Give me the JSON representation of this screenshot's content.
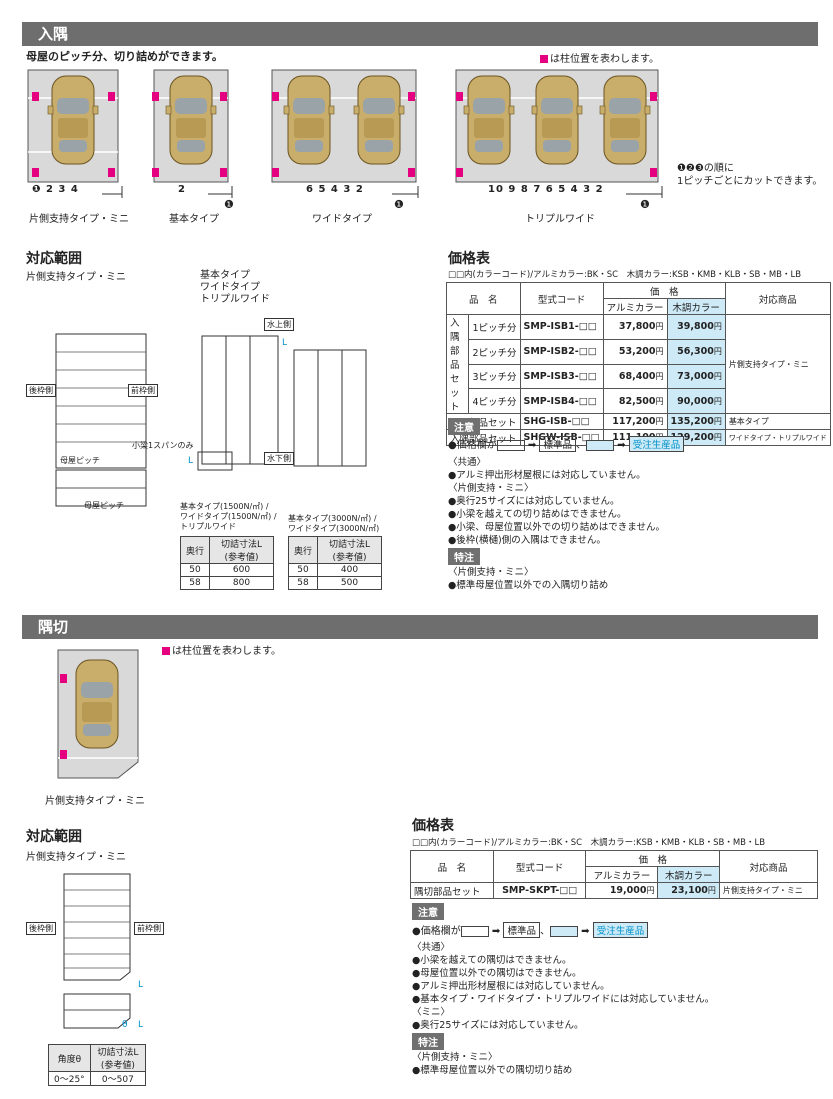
{
  "sec1": {
    "title": "入隅",
    "subtitle": "母屋のピッチ分、切り詰めができます。",
    "legend": "は柱位置を表わします。",
    "order_note1": "❶❷❸の順に",
    "order_note2": "1ピッチごとにカットできます。",
    "diagrams": [
      {
        "caption": "片側支持タイプ・ミニ",
        "nums": [
          "2",
          "3",
          "4"
        ]
      },
      {
        "caption": "基本タイプ",
        "nums": [
          "2"
        ]
      },
      {
        "caption": "ワイドタイプ",
        "nums": [
          "6",
          "5",
          "4",
          "3",
          "2"
        ]
      },
      {
        "caption": "トリプルワイド",
        "nums": [
          "10",
          "9",
          "8",
          "7",
          "6",
          "5",
          "4",
          "3",
          "2"
        ]
      }
    ],
    "one": "❶",
    "range_title": "対応範囲",
    "range_sub": "片側支持タイプ・ミニ",
    "types_list": [
      "基本タイプ",
      "ワイドタイプ",
      "トリプルワイド"
    ],
    "labels": {
      "back": "後枠側",
      "front": "前枠側",
      "beam": "小梁1スパンのみ",
      "pitch": "母屋ピッチ",
      "up": "水上側",
      "down": "水下側",
      "L": "L"
    },
    "spec1": {
      "head1": "基本タイプ(1500N/㎡) /",
      "head2": "ワイドタイプ(1500N/㎡) /",
      "head3": "トリプルワイド",
      "col1": "奥行",
      "col2a": "切詰寸法L",
      "col2b": "(参考値)",
      "rows": [
        [
          "50",
          "600"
        ],
        [
          "58",
          "800"
        ]
      ]
    },
    "spec2": {
      "head1": "基本タイプ(3000N/㎡) /",
      "head2": "ワイドタイプ(3000N/㎡)",
      "col1": "奥行",
      "col2a": "切詰寸法L",
      "col2b": "(参考値)",
      "rows": [
        [
          "50",
          "400"
        ],
        [
          "58",
          "500"
        ]
      ]
    },
    "price": {
      "title": "価格表",
      "color_note": "□□内(カラーコード)/アルミカラー:BK・SC　木調カラー:KSB・KMB・KLB・SB・MB・LB",
      "h_name": "品　名",
      "h_code": "型式コード",
      "h_price": "価　格",
      "h_alu": "アルミカラー",
      "h_wood": "木調カラー",
      "h_product": "対応商品",
      "group": "入隅部品セット",
      "rows": [
        {
          "pitch": "1ピッチ分",
          "code": "SMP-ISB1-□□",
          "alu": "37,800",
          "wood": "39,800"
        },
        {
          "pitch": "2ピッチ分",
          "code": "SMP-ISB2-□□",
          "alu": "53,200",
          "wood": "56,300"
        },
        {
          "pitch": "3ピッチ分",
          "code": "SMP-ISB3-□□",
          "alu": "68,400",
          "wood": "73,000"
        },
        {
          "pitch": "4ピッチ分",
          "code": "SMP-ISB4-□□",
          "alu": "82,500",
          "wood": "90,000"
        }
      ],
      "group_product": "片側支持タイプ・ミニ",
      "rows2": [
        {
          "name": "入隅部品セット",
          "code": "SHG-ISB-□□",
          "alu": "117,200",
          "wood": "135,200",
          "product": "基本タイプ"
        },
        {
          "name": "入隅部品セット",
          "code": "SHGW-ISB-□□",
          "alu": "111,100",
          "wood": "129,200",
          "product": "ワイドタイプ・トリプルワイド"
        }
      ],
      "yen": "円"
    },
    "notice_tag": "注意",
    "notice_price": "●価格欄が",
    "std": "標準品",
    "order": "受注生産品",
    "notes": [
      "〈共通〉",
      "●アルミ押出形材屋根には対応していません。",
      "〈片側支持・ミニ〉",
      "●奥行25サイズには対応していません。",
      "●小梁を越えての切り詰めはできません。",
      "●小梁、母屋位置以外での切り詰めはできません。",
      "●後枠(横樋)側の入隅はできません。"
    ],
    "special_tag": "特注",
    "special": [
      "〈片側支持・ミニ〉",
      "●標準母屋位置以外での入隅切り詰め"
    ]
  },
  "sec2": {
    "title": "隅切",
    "legend": "は柱位置を表わします。",
    "caption": "片側支持タイプ・ミニ",
    "range_title": "対応範囲",
    "range_sub": "片側支持タイプ・ミニ",
    "labels": {
      "back": "後枠側",
      "front": "前枠側",
      "L": "L",
      "theta": "θ"
    },
    "spec": {
      "col1": "角度θ",
      "col2a": "切詰寸法L",
      "col2b": "(参考値)",
      "row": [
        "0〜25°",
        "0〜507"
      ]
    },
    "price": {
      "title": "価格表",
      "color_note": "□□内(カラーコード)/アルミカラー:BK・SC　木調カラー:KSB・KMB・KLB・SB・MB・LB",
      "h_name": "品　名",
      "h_code": "型式コード",
      "h_price": "価　格",
      "h_alu": "アルミカラー",
      "h_wood": "木調カラー",
      "h_product": "対応商品",
      "row": {
        "name": "隅切部品セット",
        "code": "SMP-SKPT-□□",
        "alu": "19,000",
        "wood": "23,100",
        "product": "片側支持タイプ・ミニ"
      },
      "yen": "円"
    },
    "notice_tag": "注意",
    "notice_price": "●価格欄が",
    "std": "標準品",
    "order": "受注生産品",
    "notes": [
      "〈共通〉",
      "●小梁を越えての隅切はできません。",
      "●母屋位置以外での隅切はできません。",
      "●アルミ押出形材屋根には対応していません。",
      "●基本タイプ・ワイドタイプ・トリプルワイドには対応していません。",
      "〈ミニ〉",
      "●奥行25サイズには対応していません。"
    ],
    "special_tag": "特注",
    "special": [
      "〈片側支持・ミニ〉",
      "●標準母屋位置以外での隅切切り詰め"
    ]
  },
  "colors": {
    "band": "#6e6e6e",
    "pink": "#e4007f",
    "wood": "#cdeaf6",
    "car": "#c9ad6a"
  }
}
